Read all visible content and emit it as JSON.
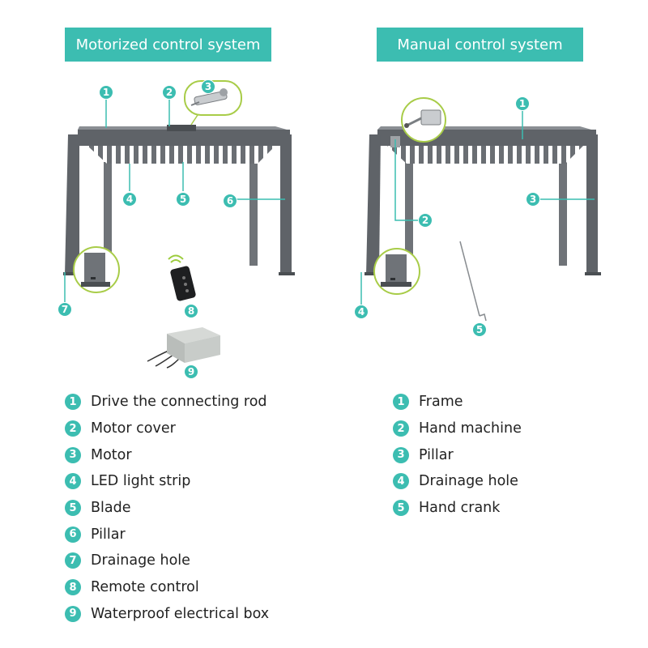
{
  "motorized": {
    "title": "Motorized control system",
    "legend": [
      {
        "num": "1",
        "label": "Drive the connecting rod"
      },
      {
        "num": "2",
        "label": "Motor cover"
      },
      {
        "num": "3",
        "label": "Motor"
      },
      {
        "num": "4",
        "label": "LED light strip"
      },
      {
        "num": "5",
        "label": "Blade"
      },
      {
        "num": "6",
        "label": "Pillar"
      },
      {
        "num": "7",
        "label": "Drainage hole"
      },
      {
        "num": "8",
        "label": "Remote control"
      },
      {
        "num": "9",
        "label": "Waterproof electrical box"
      }
    ]
  },
  "manual": {
    "title": "Manual control system",
    "legend": [
      {
        "num": "1",
        "label": "Frame"
      },
      {
        "num": "2",
        "label": "Hand machine"
      },
      {
        "num": "3",
        "label": "Pillar"
      },
      {
        "num": "4",
        "label": "Drainage hole"
      },
      {
        "num": "5",
        "label": "Hand crank"
      }
    ]
  },
  "colors": {
    "accent": "#3cbdb1",
    "frame": "#5f6368",
    "leader": "#3cbdb1",
    "callout_ring": "#a8cc48"
  },
  "icons": [
    "pergola-motorized",
    "pergola-manual",
    "remote-control-icon",
    "electrical-box-icon",
    "motor-icon",
    "hand-machine-icon",
    "hand-crank-icon",
    "signal-icon"
  ]
}
